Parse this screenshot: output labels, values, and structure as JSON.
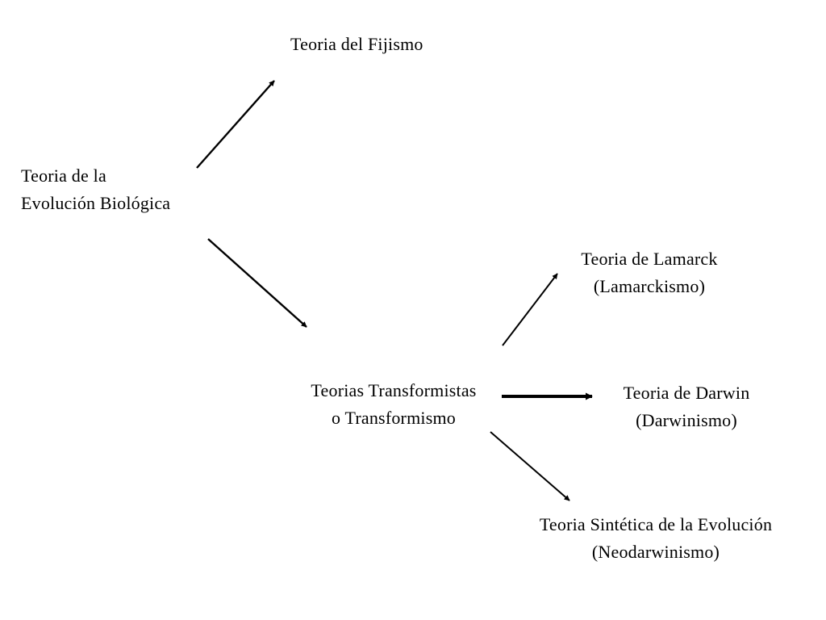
{
  "nodes": {
    "root": {
      "lines": [
        "Teoria de la",
        "Evolución Biológica"
      ]
    },
    "fijismo": {
      "lines": [
        "Teoria del Fijismo"
      ]
    },
    "transform": {
      "lines": [
        "Teorias Transformistas",
        "o Transformismo"
      ]
    },
    "lamarck": {
      "lines": [
        "Teoria de Lamarck",
        "(Lamarckismo)"
      ]
    },
    "darwin": {
      "lines": [
        "Teoria de Darwin",
        "(Darwinismo)"
      ]
    },
    "sintetica": {
      "lines": [
        "Teoria Sintética de la Evolución",
        "(Neodarwinismo)"
      ]
    }
  },
  "edges": [
    {
      "from": "root",
      "to": "fijismo"
    },
    {
      "from": "root",
      "to": "transform"
    },
    {
      "from": "transform",
      "to": "lamarck"
    },
    {
      "from": "transform",
      "to": "darwin",
      "emphasis": "bold"
    },
    {
      "from": "transform",
      "to": "sintetica"
    }
  ],
  "colors": {
    "text": "#000000",
    "arrow": "#000000",
    "background": "#ffffff"
  }
}
